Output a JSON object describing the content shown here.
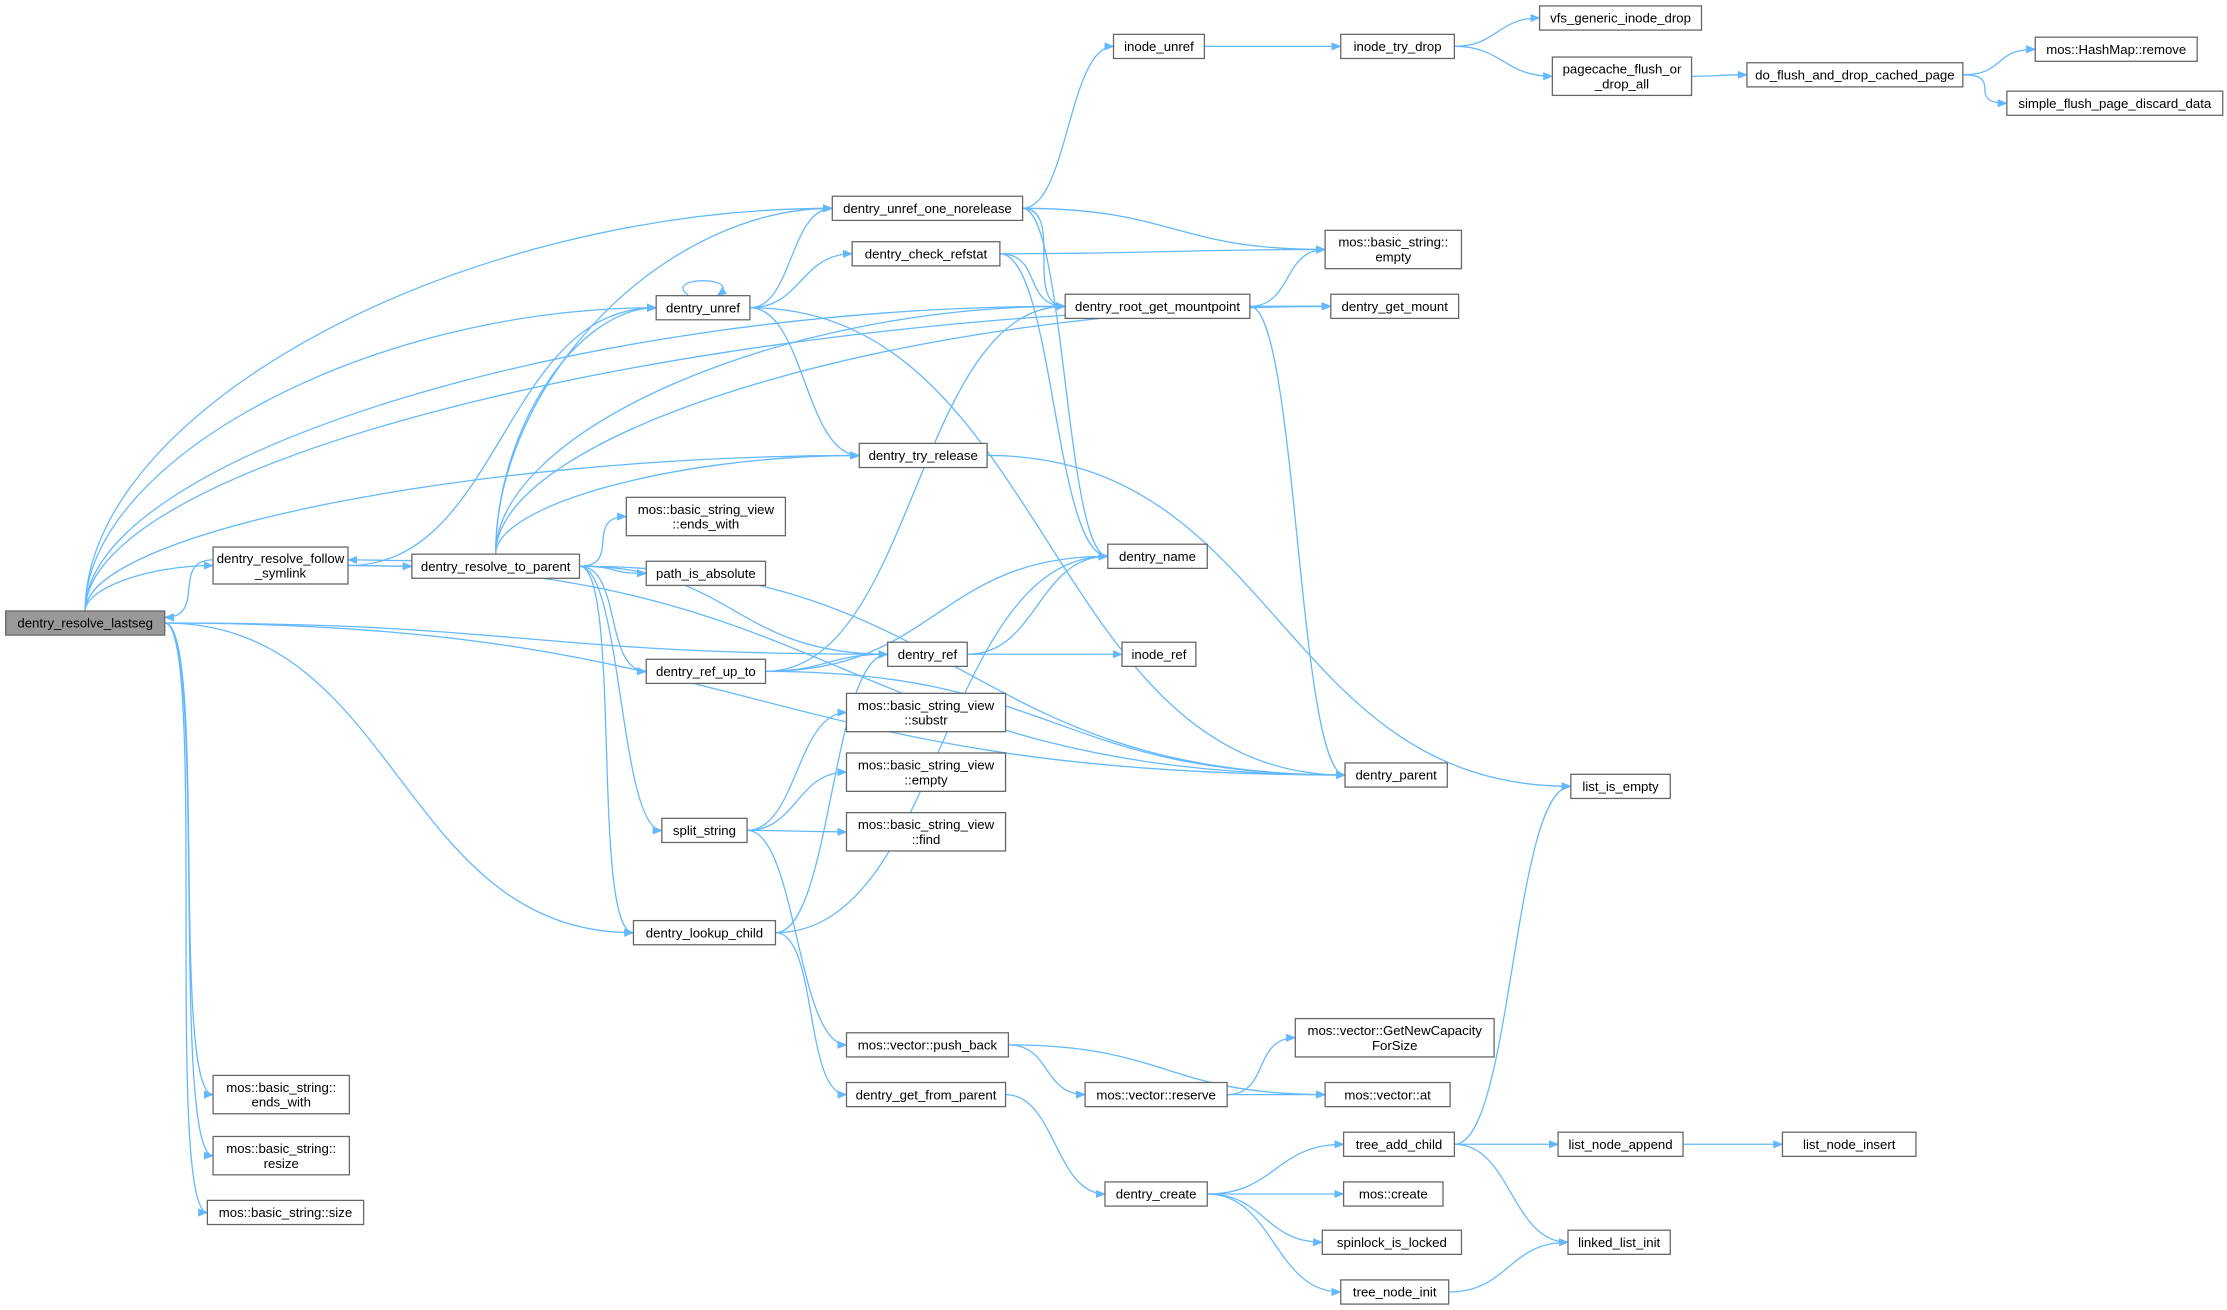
{
  "colors": {
    "edge": "#63b8ff",
    "root_fill": "#999999",
    "node_border": "#666666"
  },
  "root": "lastseg",
  "nodes": [
    {
      "id": "lastseg",
      "lines": [
        "dentry_resolve_lastseg"
      ]
    },
    {
      "id": "follow",
      "lines": [
        "dentry_resolve_follow",
        "_symlink"
      ]
    },
    {
      "id": "to_parent",
      "lines": [
        "dentry_resolve_to_parent"
      ]
    },
    {
      "id": "unref",
      "lines": [
        "dentry_unref"
      ]
    },
    {
      "id": "unref_one",
      "lines": [
        "dentry_unref_one_norelease"
      ]
    },
    {
      "id": "check_refstat",
      "lines": [
        "dentry_check_refstat"
      ]
    },
    {
      "id": "try_release",
      "lines": [
        "dentry_try_release"
      ]
    },
    {
      "id": "sv_ends_with",
      "lines": [
        "mos::basic_string_view",
        "::ends_with"
      ]
    },
    {
      "id": "path_is_absolute",
      "lines": [
        "path_is_absolute"
      ]
    },
    {
      "id": "ref_up_to",
      "lines": [
        "dentry_ref_up_to"
      ]
    },
    {
      "id": "dentry_ref",
      "lines": [
        "dentry_ref"
      ]
    },
    {
      "id": "sv_substr",
      "lines": [
        "mos::basic_string_view",
        "::substr"
      ]
    },
    {
      "id": "sv_empty",
      "lines": [
        "mos::basic_string_view",
        "::empty"
      ]
    },
    {
      "id": "sv_find",
      "lines": [
        "mos::basic_string_view",
        "::find"
      ]
    },
    {
      "id": "split_string",
      "lines": [
        "split_string"
      ]
    },
    {
      "id": "lookup_child",
      "lines": [
        "dentry_lookup_child"
      ]
    },
    {
      "id": "push_back",
      "lines": [
        "mos::vector::push_back"
      ]
    },
    {
      "id": "get_from_parent",
      "lines": [
        "dentry_get_from_parent"
      ]
    },
    {
      "id": "dentry_create",
      "lines": [
        "dentry_create"
      ]
    },
    {
      "id": "inode_unref",
      "lines": [
        "inode_unref"
      ]
    },
    {
      "id": "inode_try_drop",
      "lines": [
        "inode_try_drop"
      ]
    },
    {
      "id": "vfs_drop",
      "lines": [
        "vfs_generic_inode_drop"
      ]
    },
    {
      "id": "pagecache",
      "lines": [
        "pagecache_flush_or",
        "_drop_all"
      ]
    },
    {
      "id": "do_flush",
      "lines": [
        "do_flush_and_drop_cached_page"
      ]
    },
    {
      "id": "hm_remove",
      "lines": [
        "mos::HashMap::remove"
      ]
    },
    {
      "id": "simple_flush",
      "lines": [
        "simple_flush_page_discard_data"
      ]
    },
    {
      "id": "bs_empty",
      "lines": [
        "mos::basic_string::",
        "empty"
      ]
    },
    {
      "id": "root_mount",
      "lines": [
        "dentry_root_get_mountpoint"
      ]
    },
    {
      "id": "get_mount",
      "lines": [
        "dentry_get_mount"
      ]
    },
    {
      "id": "dentry_name",
      "lines": [
        "dentry_name"
      ]
    },
    {
      "id": "inode_ref",
      "lines": [
        "inode_ref"
      ]
    },
    {
      "id": "dentry_parent",
      "lines": [
        "dentry_parent"
      ]
    },
    {
      "id": "list_is_empty",
      "lines": [
        "list_is_empty"
      ]
    },
    {
      "id": "get_capacity",
      "lines": [
        "mos::vector::GetNewCapacity",
        "ForSize"
      ]
    },
    {
      "id": "reserve",
      "lines": [
        "mos::vector::reserve"
      ]
    },
    {
      "id": "vec_at",
      "lines": [
        "mos::vector::at"
      ]
    },
    {
      "id": "tree_add_child",
      "lines": [
        "tree_add_child"
      ]
    },
    {
      "id": "list_node_append",
      "lines": [
        "list_node_append"
      ]
    },
    {
      "id": "list_node_insert",
      "lines": [
        "list_node_insert"
      ]
    },
    {
      "id": "mos_create",
      "lines": [
        "mos::create"
      ]
    },
    {
      "id": "spinlock",
      "lines": [
        "spinlock_is_locked"
      ]
    },
    {
      "id": "linked_list_init",
      "lines": [
        "linked_list_init"
      ]
    },
    {
      "id": "tree_node_init",
      "lines": [
        "tree_node_init"
      ]
    },
    {
      "id": "bs_ends_with",
      "lines": [
        "mos::basic_string::",
        "ends_with"
      ]
    },
    {
      "id": "bs_resize",
      "lines": [
        "mos::basic_string::",
        "resize"
      ]
    },
    {
      "id": "bs_size",
      "lines": [
        "mos::basic_string::size"
      ]
    }
  ],
  "edges": [
    [
      "lastseg",
      "follow"
    ],
    [
      "lastseg",
      "unref_one"
    ],
    [
      "lastseg",
      "unref"
    ],
    [
      "lastseg",
      "root_mount"
    ],
    [
      "lastseg",
      "get_mount"
    ],
    [
      "lastseg",
      "try_release"
    ],
    [
      "lastseg",
      "dentry_ref"
    ],
    [
      "lastseg",
      "lookup_child"
    ],
    [
      "lastseg",
      "dentry_parent"
    ],
    [
      "lastseg",
      "bs_ends_with"
    ],
    [
      "lastseg",
      "bs_resize"
    ],
    [
      "lastseg",
      "bs_size"
    ],
    [
      "follow",
      "lastseg"
    ],
    [
      "follow",
      "to_parent"
    ],
    [
      "follow",
      "unref"
    ],
    [
      "follow",
      "dentry_parent"
    ],
    [
      "to_parent",
      "follow"
    ],
    [
      "to_parent",
      "unref_one"
    ],
    [
      "to_parent",
      "unref"
    ],
    [
      "to_parent",
      "root_mount"
    ],
    [
      "to_parent",
      "get_mount"
    ],
    [
      "to_parent",
      "try_release"
    ],
    [
      "to_parent",
      "sv_ends_with"
    ],
    [
      "to_parent",
      "path_is_absolute"
    ],
    [
      "to_parent",
      "ref_up_to"
    ],
    [
      "to_parent",
      "dentry_ref"
    ],
    [
      "to_parent",
      "split_string"
    ],
    [
      "to_parent",
      "lookup_child"
    ],
    [
      "to_parent",
      "dentry_parent"
    ],
    [
      "unref",
      "unref"
    ],
    [
      "unref",
      "unref_one"
    ],
    [
      "unref",
      "check_refstat"
    ],
    [
      "unref",
      "try_release"
    ],
    [
      "unref",
      "dentry_parent"
    ],
    [
      "unref_one",
      "inode_unref"
    ],
    [
      "unref_one",
      "bs_empty"
    ],
    [
      "unref_one",
      "root_mount"
    ],
    [
      "unref_one",
      "dentry_name"
    ],
    [
      "check_refstat",
      "bs_empty"
    ],
    [
      "check_refstat",
      "root_mount"
    ],
    [
      "check_refstat",
      "dentry_name"
    ],
    [
      "root_mount",
      "bs_empty"
    ],
    [
      "root_mount",
      "get_mount"
    ],
    [
      "root_mount",
      "dentry_parent"
    ],
    [
      "try_release",
      "list_is_empty"
    ],
    [
      "ref_up_to",
      "dentry_ref"
    ],
    [
      "ref_up_to",
      "dentry_name"
    ],
    [
      "ref_up_to",
      "root_mount"
    ],
    [
      "ref_up_to",
      "dentry_parent"
    ],
    [
      "dentry_ref",
      "dentry_name"
    ],
    [
      "dentry_ref",
      "inode_ref"
    ],
    [
      "split_string",
      "sv_substr"
    ],
    [
      "split_string",
      "sv_empty"
    ],
    [
      "split_string",
      "sv_find"
    ],
    [
      "split_string",
      "push_back"
    ],
    [
      "lookup_child",
      "dentry_ref"
    ],
    [
      "lookup_child",
      "dentry_name"
    ],
    [
      "lookup_child",
      "get_from_parent"
    ],
    [
      "push_back",
      "reserve"
    ],
    [
      "push_back",
      "vec_at"
    ],
    [
      "reserve",
      "get_capacity"
    ],
    [
      "reserve",
      "vec_at"
    ],
    [
      "get_from_parent",
      "dentry_create"
    ],
    [
      "dentry_create",
      "tree_add_child"
    ],
    [
      "dentry_create",
      "mos_create"
    ],
    [
      "dentry_create",
      "spinlock"
    ],
    [
      "dentry_create",
      "tree_node_init"
    ],
    [
      "tree_add_child",
      "list_node_append"
    ],
    [
      "tree_add_child",
      "linked_list_init"
    ],
    [
      "tree_add_child",
      "list_is_empty"
    ],
    [
      "list_node_append",
      "list_node_insert"
    ],
    [
      "tree_node_init",
      "linked_list_init"
    ],
    [
      "inode_unref",
      "inode_try_drop"
    ],
    [
      "inode_try_drop",
      "vfs_drop"
    ],
    [
      "inode_try_drop",
      "pagecache"
    ],
    [
      "pagecache",
      "do_flush"
    ],
    [
      "do_flush",
      "hm_remove"
    ],
    [
      "do_flush",
      "simple_flush"
    ]
  ]
}
